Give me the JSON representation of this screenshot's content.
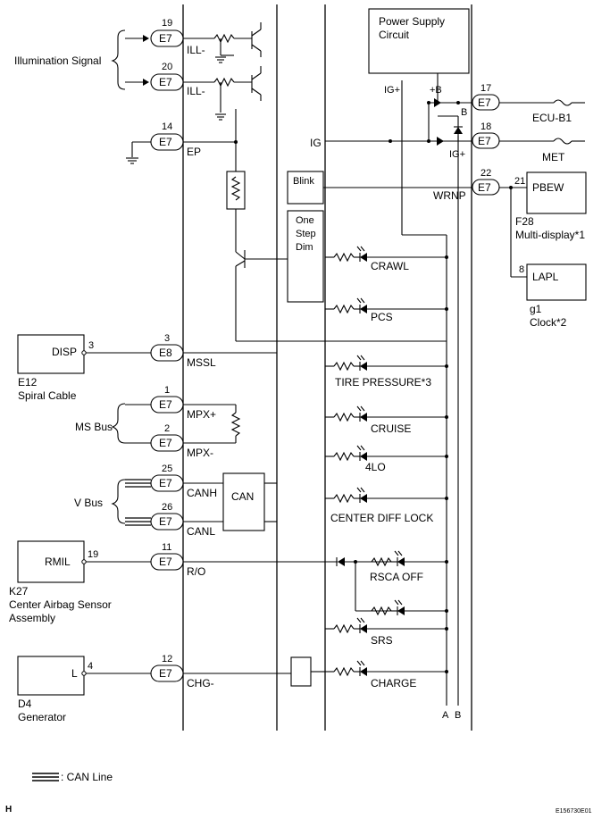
{
  "footer": {
    "code_left": "H",
    "code_right": "E156730E01"
  },
  "legend": {
    "label": ": CAN Line"
  },
  "groups": {
    "illumination": "Illumination Signal",
    "ms_bus": "MS Bus",
    "v_bus": "V Bus"
  },
  "pins": {
    "p19": "19",
    "ill1": "ILL-",
    "p20": "20",
    "ill2": "ILL-",
    "p14": "14",
    "ep": "EP",
    "p3": "3",
    "mssl": "MSSL",
    "p1": "1",
    "mpxp": "MPX+",
    "p2": "2",
    "mpxm": "MPX-",
    "p25": "25",
    "canh": "CANH",
    "p26": "26",
    "canl": "CANL",
    "p11": "11",
    "ro": "R/O",
    "p12": "12",
    "chg": "CHG-",
    "p17": "17",
    "p18": "18",
    "p22": "22",
    "ig_plus": "IG+",
    "plus_b": "+B",
    "b": "B",
    "ig": "IG",
    "ig_plus2": "IG+",
    "wrnp": "WRNP",
    "p21": "21",
    "p8": "8",
    "p3b": "3",
    "p19b": "19",
    "p4": "4"
  },
  "connector_tags": {
    "e7": "E7",
    "e8": "E8"
  },
  "boxes": {
    "power_supply": [
      "Power Supply",
      "Circuit"
    ],
    "blink": "Blink",
    "onestep": [
      "One",
      "Step",
      "Dim"
    ],
    "can": "CAN"
  },
  "fuses": {
    "ecu_b1": "ECU-B1",
    "met": "MET"
  },
  "indicators": {
    "crawl": "CRAWL",
    "pcs": "PCS",
    "tire": "TIRE PRESSURE*3",
    "cruise": "CRUISE",
    "4lo": "4LO",
    "center_diff": "CENTER DIFF LOCK",
    "rsca": "RSCA OFF",
    "srs": "SRS",
    "charge": "CHARGE"
  },
  "bus_labels": {
    "a": "A",
    "b": "B"
  },
  "components": {
    "pbew": {
      "pin_name": "PBEW",
      "code": "F28",
      "name": "Multi-display*1"
    },
    "lapl": {
      "pin_name": "LAPL",
      "code": "g1",
      "name": "Clock*2"
    },
    "disp": {
      "pin_name": "DISP",
      "code": "E12",
      "name": "Spiral Cable"
    },
    "rmil": {
      "pin_name": "RMIL",
      "code": "K27",
      "name": "Center Airbag Sensor",
      "name2": "Assembly"
    },
    "gen": {
      "pin_name": "L",
      "code": "D4",
      "name": "Generator"
    }
  }
}
